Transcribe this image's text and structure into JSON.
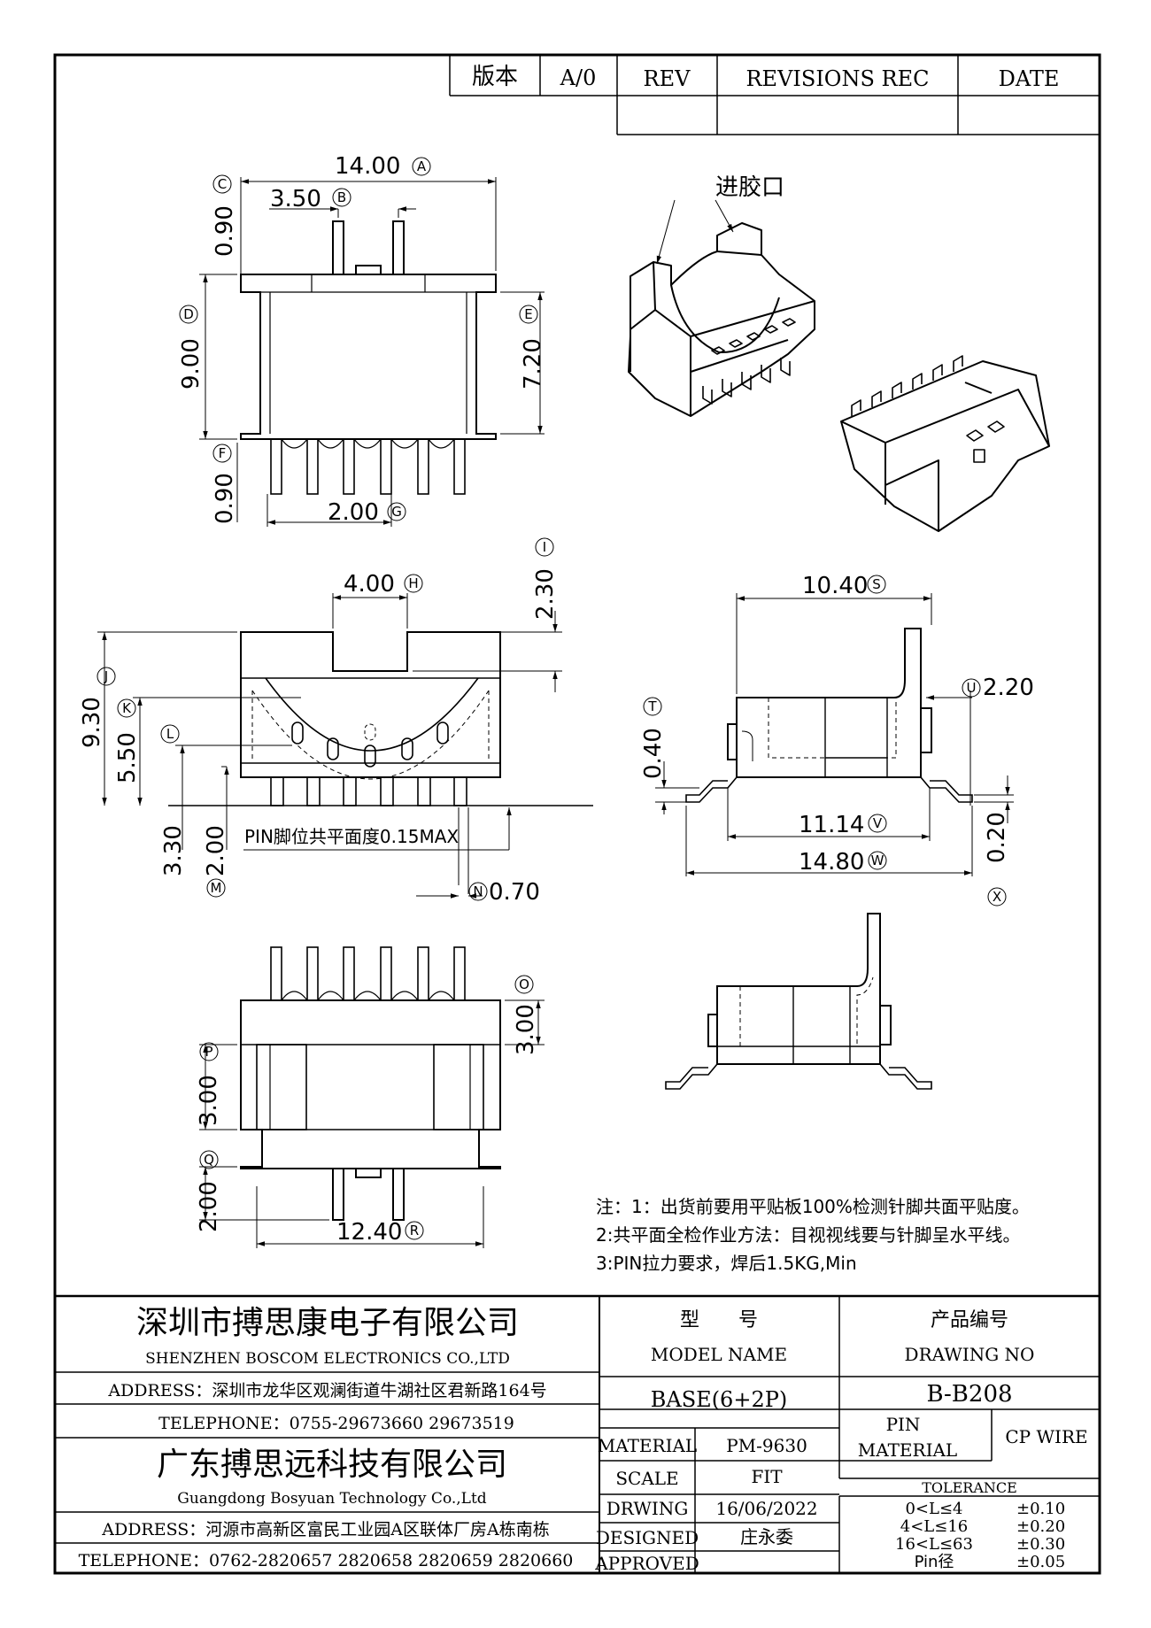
{
  "header": {
    "ver_label": "版本",
    "ver_value": "A/0",
    "rev_label": "REV",
    "revisions_label": "REVISIONS REC",
    "date_label": "DATE"
  },
  "labels": {
    "gate": "进胶口",
    "coplanarity": "PIN脚位共平面度0.15MAX"
  },
  "dimensions": [
    {
      "id": "A",
      "value": "14.00"
    },
    {
      "id": "B",
      "value": "3.50"
    },
    {
      "id": "C",
      "value": "0.90"
    },
    {
      "id": "D",
      "value": "9.00"
    },
    {
      "id": "E",
      "value": "7.20"
    },
    {
      "id": "F",
      "value": "0.90"
    },
    {
      "id": "G",
      "value": "2.00"
    },
    {
      "id": "H",
      "value": "4.00"
    },
    {
      "id": "I",
      "value": "2.30"
    },
    {
      "id": "J",
      "value": "9.30"
    },
    {
      "id": "K",
      "value": "5.50"
    },
    {
      "id": "L",
      "value": "3.30"
    },
    {
      "id": "M",
      "value": "2.00"
    },
    {
      "id": "N",
      "value": "0.70"
    },
    {
      "id": "O",
      "value": "3.00"
    },
    {
      "id": "P",
      "value": "3.00"
    },
    {
      "id": "Q",
      "value": "2.00"
    },
    {
      "id": "R",
      "value": "12.40"
    },
    {
      "id": "S",
      "value": "10.40"
    },
    {
      "id": "T",
      "value": "0.40"
    },
    {
      "id": "U",
      "value": "2.20"
    },
    {
      "id": "V",
      "value": "11.14"
    },
    {
      "id": "W",
      "value": "14.80"
    },
    {
      "id": "X",
      "value": "0.20"
    }
  ],
  "notes": [
    "注：1：出货前要用平贴板100%检测针脚共面平贴度。",
    "2:共平面全检作业方法：目视视线要与针脚呈水平线。",
    "3:PIN拉力要求，焊后1.5KG,Min"
  ],
  "title_block": {
    "company1_cn": "深圳市搏思康电子有限公司",
    "company1_en": "SHENZHEN BOSCOM ELECTRONICS CO.,LTD",
    "address1": "ADDRESS：深圳市龙华区观澜街道牛湖社区君新路164号",
    "telephone1": "TELEPHONE：0755-29673660 29673519",
    "company2_cn": "广东搏思远科技有限公司",
    "company2_en": "Guangdong Bosyuan Technology Co.,Ltd",
    "address2": "ADDRESS：河源市高新区富民工业园A区联体厂房A栋南栋",
    "telephone2": "TELEPHONE：0762-2820657 2820658 2820659 2820660",
    "model_cn": "型　　号",
    "model_en": "MODEL NAME",
    "model_value": "BASE(6+2P)",
    "drawing_cn": "产品编号",
    "drawing_en": "DRAWING NO",
    "drawing_value": "B-B208",
    "material_label": "MATERIAL",
    "material_value": "PM-9630",
    "scale_label": "SCALE",
    "scale_value": "FIT",
    "drawing_label": "DRWING",
    "drawing_date": "16/06/2022",
    "designed_label": "DESIGNED",
    "designed_value": "庄永委",
    "approved_label": "APPROVED",
    "approved_value": "",
    "pin_label": "PIN",
    "pin_material_label": "MATERIAL",
    "pin_material_value": "CP WIRE",
    "tolerance_label": "TOLERANCE",
    "tolerances": [
      {
        "range": "0<L≤4",
        "value": "±0.10"
      },
      {
        "range": "4<L≤16",
        "value": "±0.20"
      },
      {
        "range": "16<L≤63",
        "value": "±0.30"
      },
      {
        "range": "Pin径",
        "value": "±0.05"
      }
    ]
  }
}
